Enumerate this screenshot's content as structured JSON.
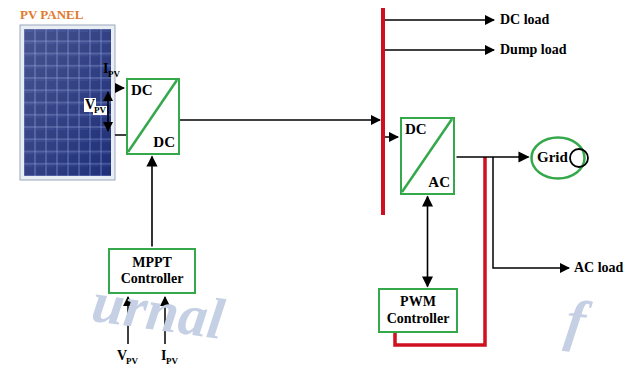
{
  "diagram": {
    "nodes": [
      {
        "text": [
          "DC",
          "DC"
        ]
      },
      {
        "text": [
          "MPPT Controller"
        ]
      },
      {
        "text": [
          "DC",
          "AC"
        ]
      },
      {
        "text": [
          "PWM Controller"
        ]
      },
      {
        "text": [
          "Grid"
        ]
      }
    ],
    "edges": [
      {
        "from": 1,
        "to": 0,
        "arrow": "to"
      },
      {
        "from": 2,
        "to": 4,
        "arrow": "to"
      },
      {
        "from": 2,
        "to": 3,
        "arrow": "both"
      }
    ],
    "labels": [
      "PV PANEL",
      "I",
      "PV",
      "V",
      "PV",
      "V",
      "PV",
      "I",
      "PV",
      "DC load",
      "Dump load",
      "AC load",
      "urnal",
      "f"
    ]
  }
}
